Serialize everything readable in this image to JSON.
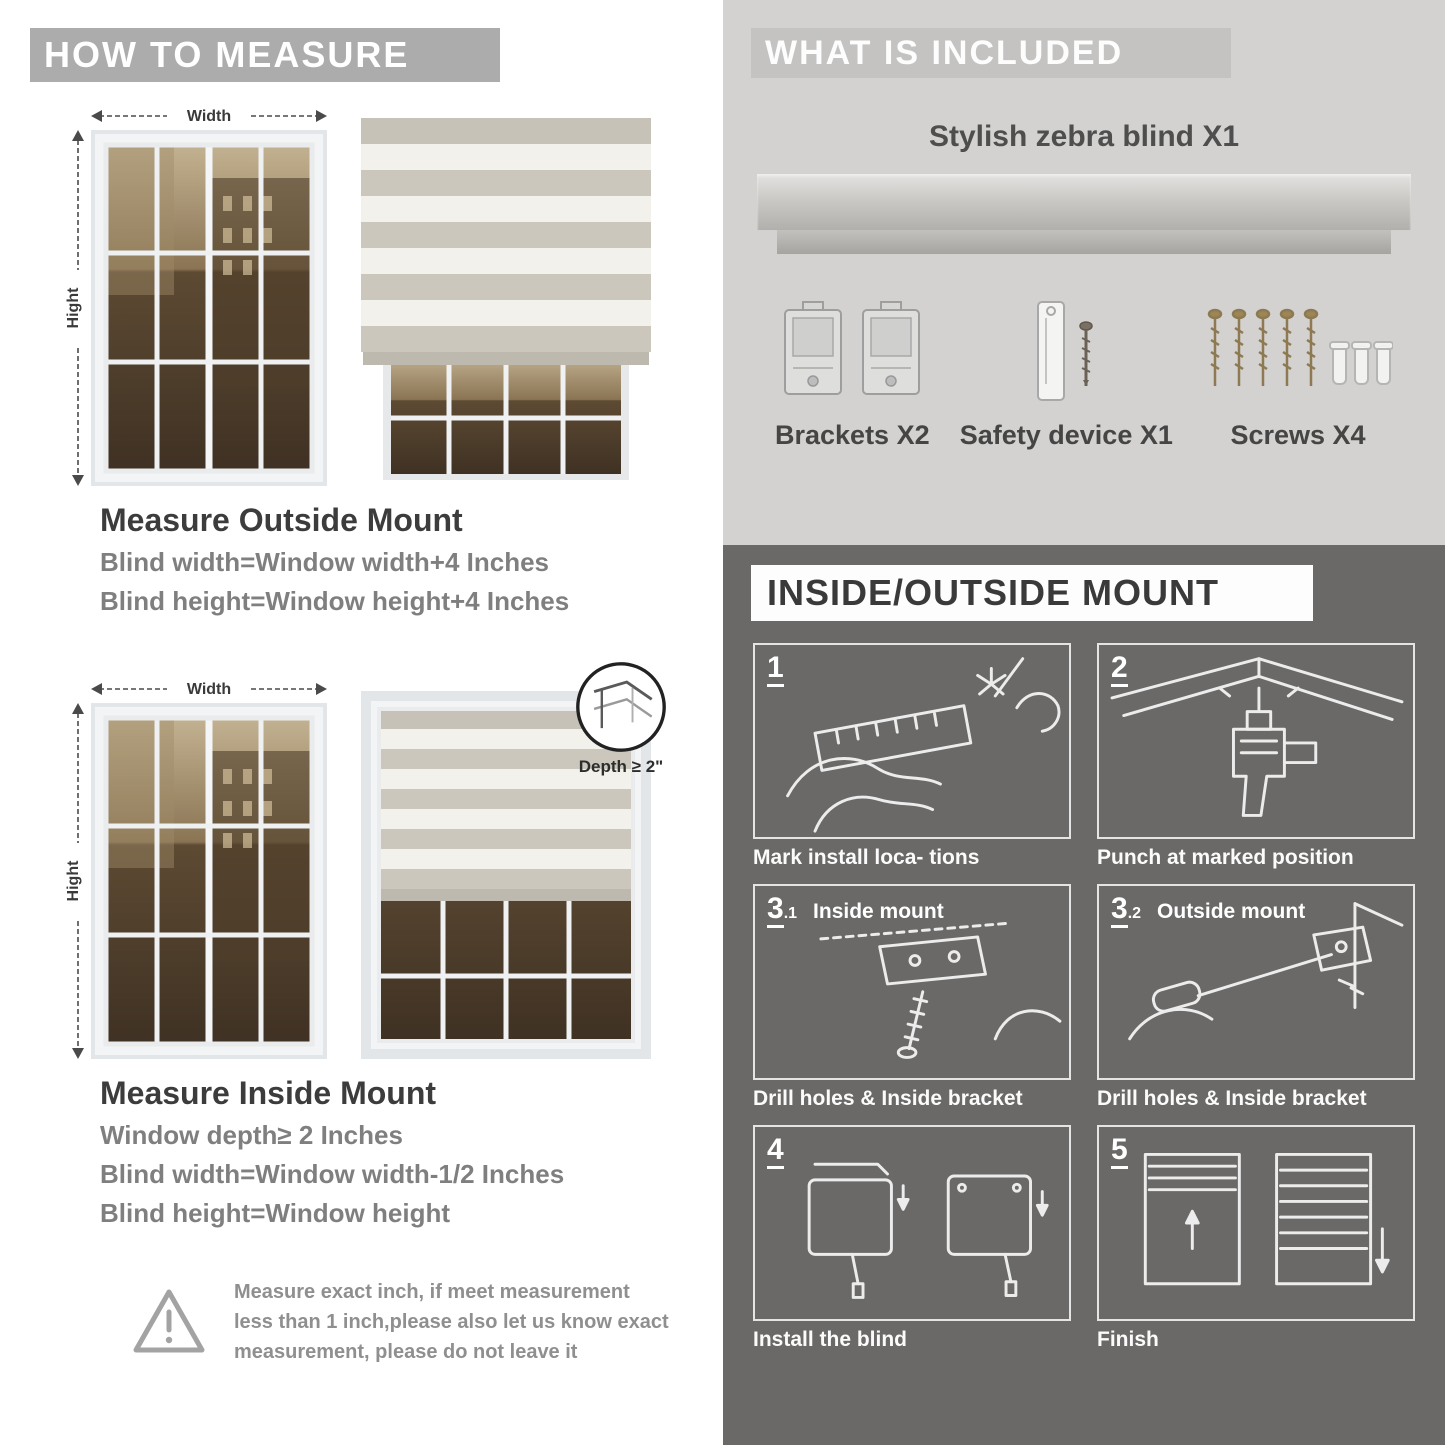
{
  "left": {
    "header": "HOW TO MEASURE",
    "outside": {
      "width_label": "Width",
      "height_label": "Hight",
      "title": "Measure Outside Mount",
      "line1": "Blind width=Window width+4 Inches",
      "line2": "Blind height=Window height+4 Inches"
    },
    "inside": {
      "width_label": "Width",
      "height_label": "Hight",
      "depth_label": "Depth ≥ 2\"",
      "title": "Measure Inside Mount",
      "line1": "Window depth≥ 2 Inches",
      "line2": "Blind width=Window width-1/2 Inches",
      "line3": "Blind height=Window height"
    },
    "warning": {
      "text": "Measure exact inch, if meet measurement less than 1 inch,please also let us know exact measurement, please do not leave it"
    }
  },
  "right": {
    "included": {
      "header": "WHAT IS INCLUDED",
      "blind_label": "Stylish zebra blind X1",
      "items": [
        {
          "label": "Brackets X2"
        },
        {
          "label": "Safety device X1"
        },
        {
          "label": "Screws X4"
        }
      ]
    },
    "mount": {
      "header": "INSIDE/OUTSIDE MOUNT",
      "steps": [
        {
          "num": "1",
          "sub": "",
          "title": "",
          "caption": "Mark install loca- tions"
        },
        {
          "num": "2",
          "sub": "",
          "title": "",
          "caption": "Punch at  marked position"
        },
        {
          "num": "3",
          "sub": ".1",
          "title": "Inside mount",
          "caption": "Drill holes &  Inside bracket"
        },
        {
          "num": "3",
          "sub": ".2",
          "title": "Outside mount",
          "caption": "Drill holes &  Inside bracket"
        },
        {
          "num": "4",
          "sub": "",
          "title": "",
          "caption": "Install the blind"
        },
        {
          "num": "5",
          "sub": "",
          "title": "",
          "caption": "Finish"
        }
      ]
    },
    "colors": {
      "light_panel_bg": "#d3d2d0",
      "dark_panel_bg": "#6a6967",
      "badge_gray": "#acacac",
      "stripe_solid": "#cbc7bd",
      "stripe_sheer": "#f3f1ec"
    }
  }
}
